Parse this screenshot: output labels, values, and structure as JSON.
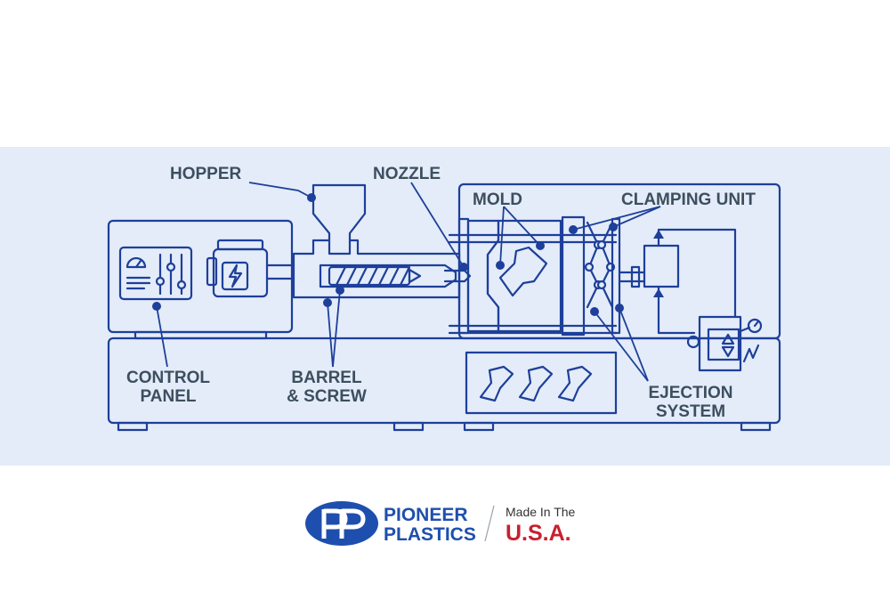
{
  "diagram": {
    "labels": {
      "hopper": "HOPPER",
      "nozzle": "NOZZLE",
      "mold": "MOLD",
      "clamping_unit": "CLAMPING UNIT",
      "control_panel_1": "CONTROL",
      "control_panel_2": "PANEL",
      "barrel_1": "BARREL",
      "barrel_2": "& SCREW",
      "ejection_1": "EJECTION",
      "ejection_2": "SYSTEM"
    },
    "colors": {
      "background_band": "#e3ecf8",
      "line": "#1e3f9a",
      "label_text": "#3d4e5f"
    }
  },
  "footer": {
    "brand_line_1": "PIONEER",
    "brand_line_2": "PLASTICS",
    "made_in": "Made In The",
    "country": "U.S.A.",
    "colors": {
      "brand_blue": "#1e4fae",
      "usa_red": "#c8202f"
    }
  }
}
